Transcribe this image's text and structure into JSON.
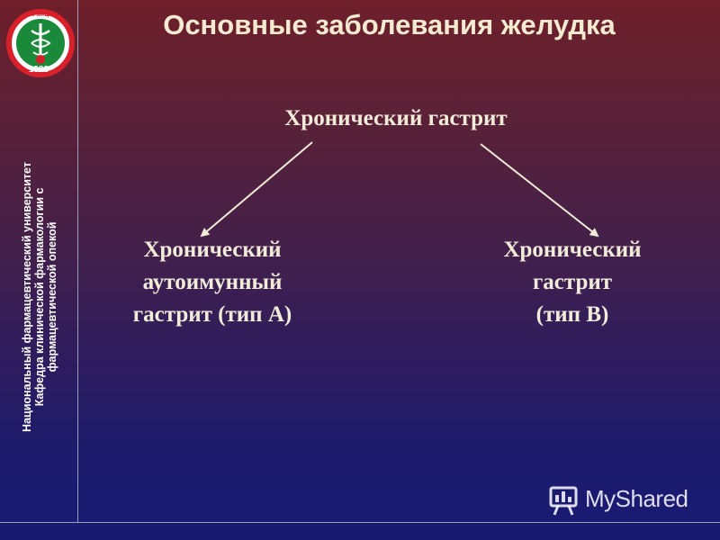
{
  "slide": {
    "title": "Основные заболевания желудка"
  },
  "logo": {
    "year": "1993",
    "icon": "university-emblem"
  },
  "sidebar": {
    "line1": "Национальный фармацевтический университет",
    "line2": "Кафедра клинической фармакологии с",
    "line3": "фармацевтической опекой"
  },
  "diagram": {
    "root": "Хронический гастрит",
    "left": [
      "Хронический",
      "аутоимунный",
      "гастрит (тип А)"
    ],
    "right": [
      "Хронический",
      "гастрит",
      "(тип В)"
    ]
  },
  "watermark": {
    "text": "MyShared",
    "icon": "myshared-logo-icon"
  },
  "colors": {
    "title_text": "#f3ead0",
    "body_text": "#f1ecd8",
    "logo_red": "#d8202a",
    "logo_green": "#1a8a3a"
  }
}
